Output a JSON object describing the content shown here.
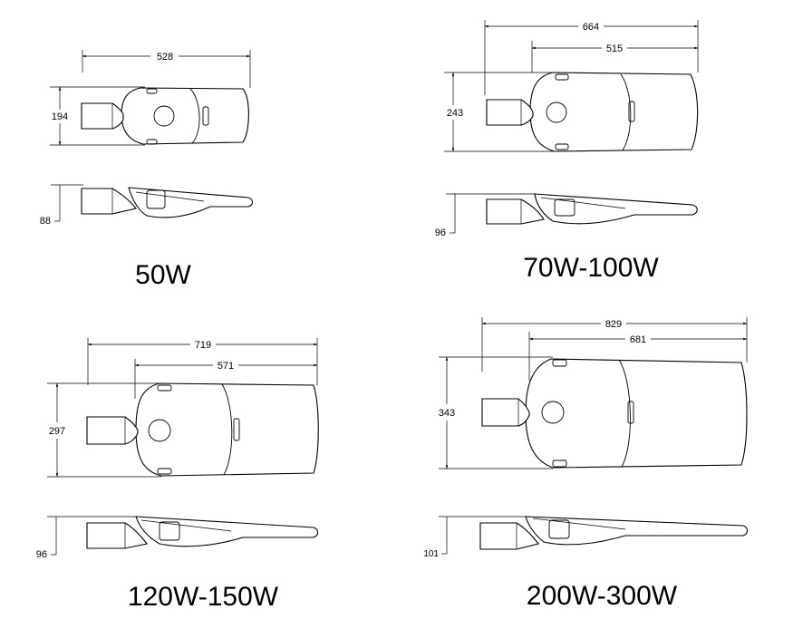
{
  "panels": [
    {
      "id": "p50",
      "caption": "50W",
      "length": "528",
      "width": "194",
      "height": "88"
    },
    {
      "id": "p70",
      "caption": "70W-100W",
      "length": "664",
      "inner": "515",
      "width": "243",
      "height": "96"
    },
    {
      "id": "p120",
      "caption": "120W-150W",
      "length": "719",
      "inner": "571",
      "width": "297",
      "height": "96"
    },
    {
      "id": "p200",
      "caption": "200W-300W",
      "length": "829",
      "inner": "681",
      "width": "343",
      "height": "101"
    }
  ]
}
